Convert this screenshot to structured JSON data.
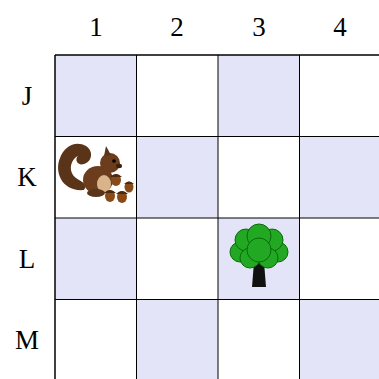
{
  "diagram": {
    "labels": [
      "1",
      "2",
      "3",
      "4",
      "J",
      "K",
      "L",
      "M"
    ]
  }
}
